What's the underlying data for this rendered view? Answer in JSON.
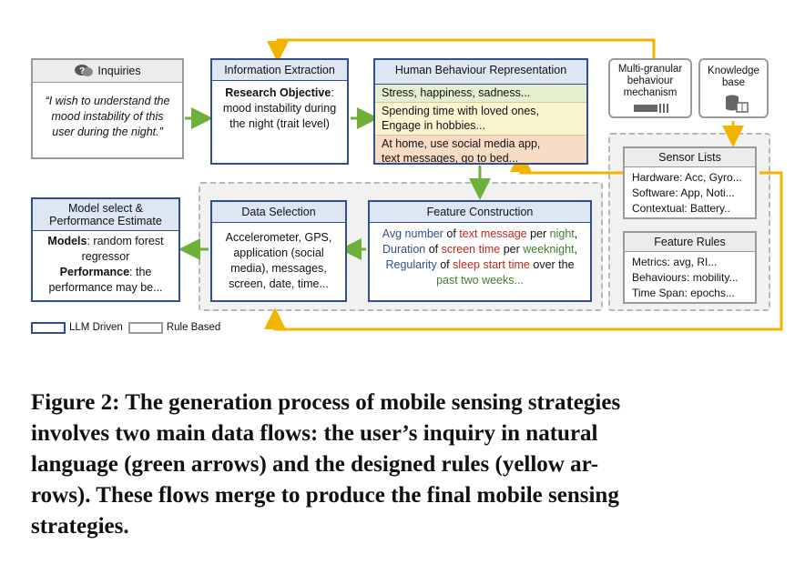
{
  "inquiries": {
    "title": "Inquiries",
    "quote": "“I wish to understand the mood instability of this user during the night.”"
  },
  "info_extraction": {
    "title": "Information Extraction",
    "objective_label": "Research Objective",
    "objective_text": "mood instability during the night (trait level)"
  },
  "hbr": {
    "title": "Human Behaviour Representation",
    "row1": "Stress, happiness, sadness...",
    "row2a": "Spending time with loved ones,",
    "row2b": "Engage in hobbies...",
    "row3a": "At home, use social media app,",
    "row3b": "text messages, go to bed..."
  },
  "multigranular": {
    "label": "Multi-granular behaviour mechanism"
  },
  "knowledge_base": {
    "label": "Knowledge base"
  },
  "sensor_lists": {
    "title": "Sensor Lists",
    "items": [
      "Hardware: Acc, Gyro...",
      "Software: App, Noti...",
      "Contextual: Battery.."
    ]
  },
  "feature_rules": {
    "title": "Feature Rules",
    "items": [
      "Metrics: avg, RI...",
      "Behaviours: mobility...",
      "Time Span: epochs..."
    ]
  },
  "feature_construction": {
    "title": "Feature Construction",
    "l1a": "Avg number",
    "l1b": " of ",
    "l1c": "text message",
    "l1d": " per ",
    "l1e": "night",
    "l2a": "Duration",
    "l2b": " of ",
    "l2c": "screen time",
    "l2d": " per ",
    "l2e": "weeknight",
    "l3a": "Regularity",
    "l3b": " of ",
    "l3c": "sleep start time",
    "l3d": " over the",
    "l4": "past two weeks..."
  },
  "data_selection": {
    "title": "Data Selection",
    "text": "Accelerometer, GPS, application (social media), messages, screen, date, time..."
  },
  "model_select": {
    "title": "Model select & Performance Estimate",
    "models_label": "Models",
    "models_text": ": random forest regressor",
    "perf_label": "Performance",
    "perf_text": ": the performance may be..."
  },
  "legend": {
    "llm": "LLM Driven",
    "rule": "Rule Based"
  },
  "caption": "Figure 2: The generation process of mobile sensing strategies involves two main data flows: the user’s inquiry in natural language (green arrows) and the designed rules (yellow ar-rows). These flows merge to produce the final mobile sensing strategies.",
  "caption_lines": [
    "Figure 2: The generation process of mobile sensing strategies",
    "involves two main data flows: the user’s inquiry in natural",
    "language (green arrows) and the designed rules (yellow ar-",
    "rows). These flows merge to produce the final mobile sensing",
    "strategies."
  ],
  "colors": {
    "llm_border": "#2f4f8f",
    "rule_border": "#9a9a9a",
    "green_arrow": "#6fb03a",
    "yellow_arrow": "#f2b400"
  }
}
